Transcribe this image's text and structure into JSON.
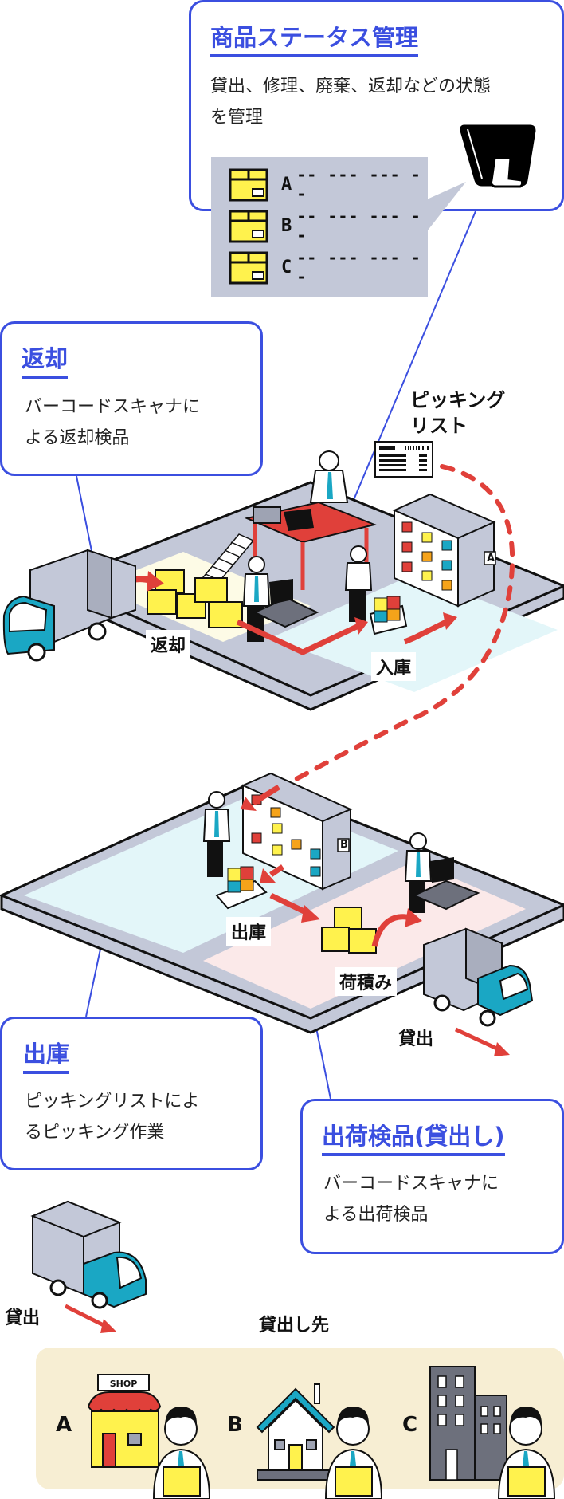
{
  "status_card": {
    "title": "商品ステータス管理",
    "description_line1": "貸出、修理、廃棄、返却などの状態",
    "description_line2": "を管理",
    "items": [
      {
        "code": "A",
        "value": "-- --- --- --"
      },
      {
        "code": "B",
        "value": "-- --- --- --"
      },
      {
        "code": "C",
        "value": "-- --- --- --"
      }
    ]
  },
  "return_card": {
    "title": "返却",
    "description_line1": "バーコードスキャナに",
    "description_line2": "よる返却検品"
  },
  "picking_list_label": {
    "line1": "ピッキング",
    "line2": "リスト"
  },
  "warehouse_top": {
    "return_label": "返却",
    "inbound_label": "入庫",
    "shelf_tag": "A"
  },
  "warehouse_bottom": {
    "outbound_label": "出庫",
    "loading_label": "荷積み",
    "shelf_tag": "B",
    "lend_label": "貸出"
  },
  "outbound_card": {
    "title": "出庫",
    "description_line1": "ピッキングリストによ",
    "description_line2": "るピッキング作業"
  },
  "inspection_card": {
    "title": "出荷検品(貸出し)",
    "description_line1": "バーコードスキャナに",
    "description_line2": "よる出荷検品"
  },
  "delivery": {
    "lend_label": "貸出",
    "destinations_title": "貸出し先",
    "destinations": [
      {
        "letter": "A",
        "type": "shop-icon",
        "sign": "SHOP"
      },
      {
        "letter": "B",
        "type": "house-icon"
      },
      {
        "letter": "C",
        "type": "office-building-icon"
      }
    ]
  },
  "colors": {
    "accent_blue": "#3b4fe0",
    "arrow_red": "#e0403a",
    "box_yellow": "#fff24d",
    "truck_teal": "#1aa7c4",
    "floor_gray": "#c3c8d8",
    "zone_cyan": "#e3f6f9",
    "zone_pink": "#fbe9e9",
    "zone_cream": "#fdfbe6",
    "destination_bg": "#f7eed3"
  }
}
